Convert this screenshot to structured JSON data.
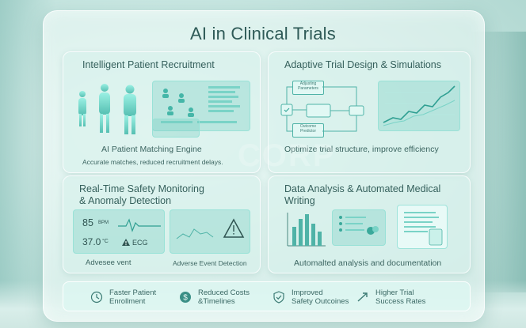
{
  "title": "AI in Clinical Trials",
  "cards": {
    "recruitment": {
      "title": "Intelligent Patient Recruitment",
      "caption": "AI Patient Matching Engine",
      "subcaption": "Accurate matches, reduced recruitment delays."
    },
    "adaptive": {
      "title": "Adaptive Trial Design & Simulations",
      "box_top": "Adjusting Parameters",
      "box_bottom": "Outcome Predictor",
      "caption": "Optimize trial structure, improve efficiency"
    },
    "safety": {
      "title_line1": "Real-Time Safety Monitoring",
      "title_line2": "& Anomaly Detection",
      "heart_rate": "85",
      "heart_unit": "BPM",
      "temperature": "37.0",
      "temp_unit": "°C",
      "ecg_label": "ECG",
      "caption_left": "Advesee vent",
      "caption_right": "Adverse Event Detection"
    },
    "analysis": {
      "title_line1": "Data Analysis & Automated Medical",
      "title_line2": "Writing",
      "caption": "Automalted analysis and documentation"
    }
  },
  "benefits": [
    {
      "icon": "clock-icon",
      "line1": "Faster Patient",
      "line2": "Enrollment"
    },
    {
      "icon": "dollar-icon",
      "line1": "Reduced Costs",
      "line2": "&Timelines"
    },
    {
      "icon": "shield-icon",
      "line1": "Improved",
      "line2": "Safety Outcoines"
    },
    {
      "icon": "trend-arrow-icon",
      "line1": "Higher Trial",
      "line2": "Success Rates"
    }
  ],
  "watermark": "CORP",
  "colors": {
    "accent": "#3aa99b",
    "text": "#35605c",
    "glow": "#7fd6cb"
  }
}
